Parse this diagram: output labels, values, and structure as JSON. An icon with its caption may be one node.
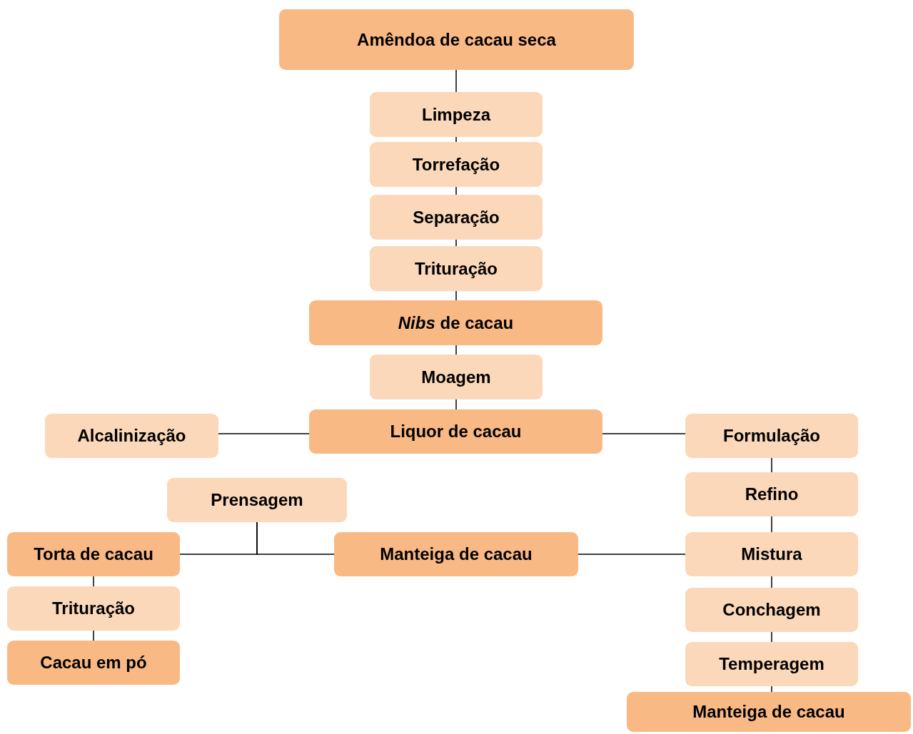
{
  "diagram": {
    "nodes": [
      {
        "text": [
          "Amêndoa de cacau seca"
        ]
      },
      {
        "text": [
          "Limpeza"
        ]
      },
      {
        "text": [
          "Torrefação"
        ]
      },
      {
        "text": [
          "Separação"
        ]
      },
      {
        "text": [
          "Trituração"
        ]
      },
      {
        "text": [
          "*Nibs* de cacau"
        ]
      },
      {
        "text": [
          "Moagem"
        ]
      },
      {
        "text": [
          "Alcalinização"
        ]
      },
      {
        "text": [
          "Liquor de cacau"
        ]
      },
      {
        "text": [
          "Formulação"
        ]
      },
      {
        "text": [
          "Prensagem"
        ]
      },
      {
        "text": [
          "Refino"
        ]
      },
      {
        "text": [
          "Torta de cacau"
        ]
      },
      {
        "text": [
          "Manteiga de cacau"
        ]
      },
      {
        "text": [
          "Mistura"
        ]
      },
      {
        "text": [
          "Trituração"
        ]
      },
      {
        "text": [
          "Conchagem"
        ]
      },
      {
        "text": [
          "Cacau em pó"
        ]
      },
      {
        "text": [
          "Temperagem"
        ]
      },
      {
        "text": [
          "Manteiga de cacau"
        ]
      }
    ],
    "edges": [
      {
        "from": 0,
        "to": 1,
        "arrow": "none"
      },
      {
        "from": 1,
        "to": 2,
        "arrow": "none"
      },
      {
        "from": 2,
        "to": 3,
        "arrow": "none"
      },
      {
        "from": 3,
        "to": 4,
        "arrow": "none"
      },
      {
        "from": 4,
        "to": 5,
        "arrow": "none"
      },
      {
        "from": 5,
        "to": 6,
        "arrow": "none"
      },
      {
        "from": 6,
        "to": 8,
        "arrow": "none"
      },
      {
        "from": 8,
        "to": 7,
        "arrow": "none"
      },
      {
        "from": 8,
        "to": 9,
        "arrow": "none"
      },
      {
        "from": 9,
        "to": 11,
        "arrow": "none"
      },
      {
        "from": 10,
        "to": 12,
        "arrow": "none"
      },
      {
        "from": 10,
        "to": 13,
        "arrow": "none"
      },
      {
        "from": 13,
        "to": 14,
        "arrow": "none"
      },
      {
        "from": 11,
        "to": 14,
        "arrow": "none"
      },
      {
        "from": 12,
        "to": 15,
        "arrow": "none"
      },
      {
        "from": 14,
        "to": 16,
        "arrow": "none"
      },
      {
        "from": 15,
        "to": 17,
        "arrow": "none"
      },
      {
        "from": 16,
        "to": 18,
        "arrow": "none"
      },
      {
        "from": 18,
        "to": 19,
        "arrow": "none"
      }
    ]
  }
}
